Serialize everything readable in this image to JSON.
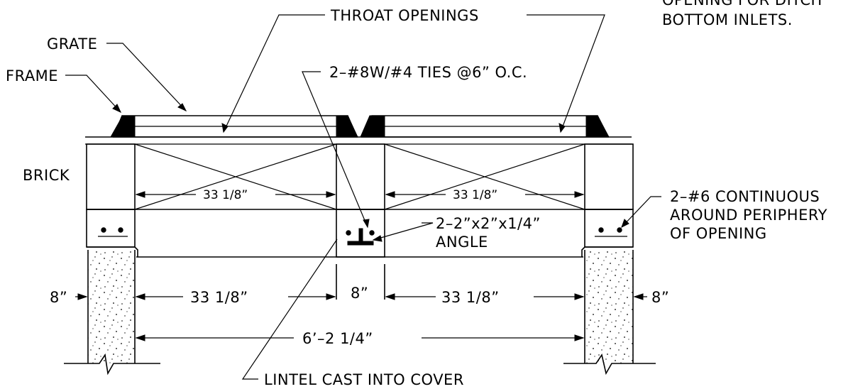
{
  "labels": {
    "throat_openings": "THROAT OPENINGS",
    "opening_note_line1": "OPENING FOR DITCH",
    "opening_note_line2": "BOTTOM INLETS.",
    "grate": "GRATE",
    "frame": "FRAME",
    "ties": "2–#8W/#4 TIES @6” O.C.",
    "brick": "BRICK",
    "continuous_line1": "2–#6 CONTINUOUS",
    "continuous_line2": "AROUND PERIPHERY",
    "continuous_line3": "OF OPENING",
    "angle_line1": "2–2”x2”x1/4”",
    "angle_line2": "ANGLE",
    "lintel": "LINTEL CAST INTO COVER"
  },
  "dimensions": {
    "left_throat": "33 1/8”",
    "right_throat": "33 1/8”",
    "left_clear": "33 1/8”",
    "right_clear": "33 1/8”",
    "center_wall": "8”",
    "left_wall": "8”",
    "right_wall": "8”",
    "overall": "6’–2 1/4”"
  }
}
